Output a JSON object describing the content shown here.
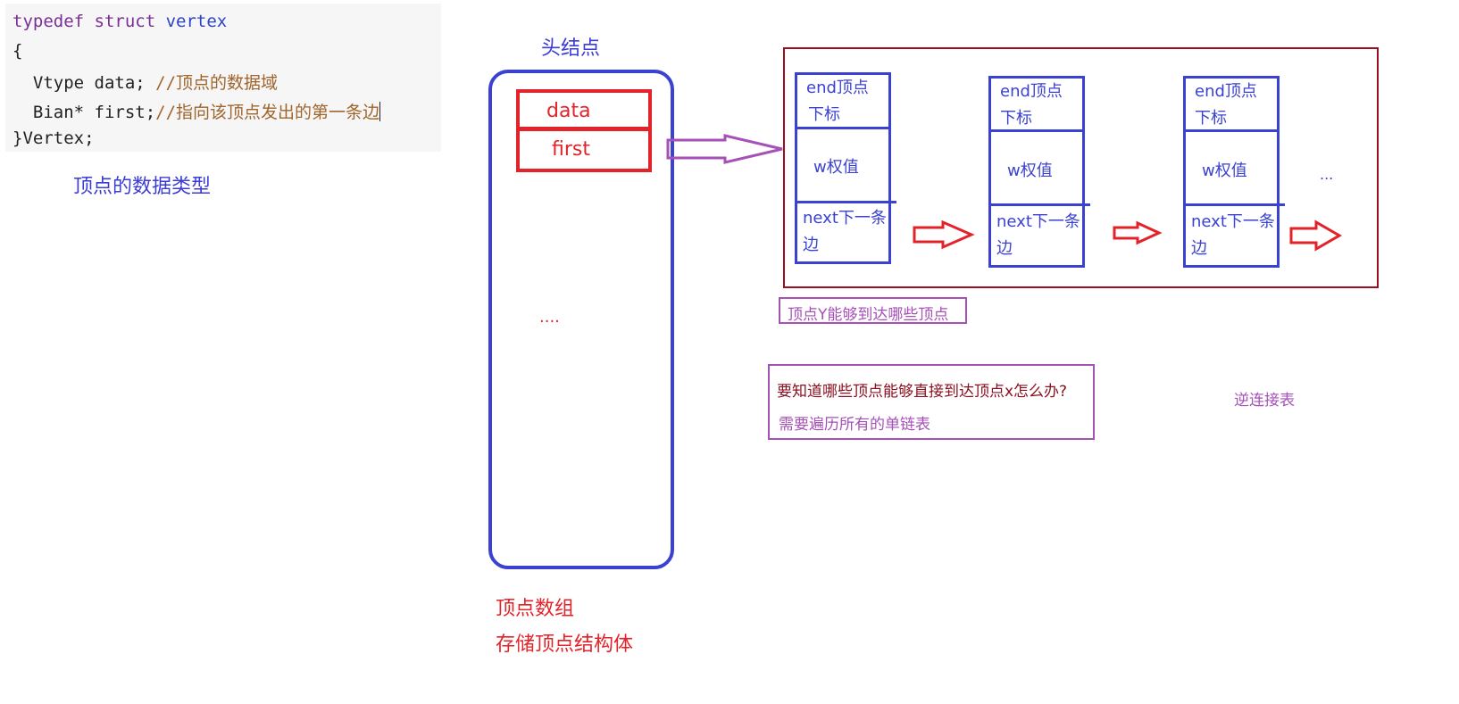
{
  "code": {
    "line1_kw": "typedef struct",
    "line1_name": "vertex",
    "line2": "{",
    "line3_code": "  Vtype data; ",
    "line3_comment": "//顶点的数据域",
    "line4_code": "  Bian* first;",
    "line4_comment": "//指向该顶点发出的第一条边",
    "line5": "}Vertex;"
  },
  "labels": {
    "vertex_type": "顶点的数据类型",
    "head_node": "头结点",
    "array_title": "顶点数组",
    "array_subtitle": "存储顶点结构体",
    "ellipsis_array": "....",
    "ellipsis_list": "...",
    "reach_label": "顶点Y能够到达哪些顶点",
    "question": "要知道哪些顶点能够直接到达顶点x怎么办?",
    "answer": "需要遍历所有的单链表",
    "reverse_adj": "逆连接表"
  },
  "head_cells": {
    "data": "data",
    "first": "first"
  },
  "edge_node": {
    "end_line1": "end顶点",
    "end_line2": "下标",
    "weight": "w权值",
    "next_line1": "next下一条",
    "next_line2": "边"
  },
  "colors": {
    "blue": "#3b42d1",
    "red": "#e3232a",
    "purple": "#a650b8",
    "dark_red": "#9a1020"
  }
}
